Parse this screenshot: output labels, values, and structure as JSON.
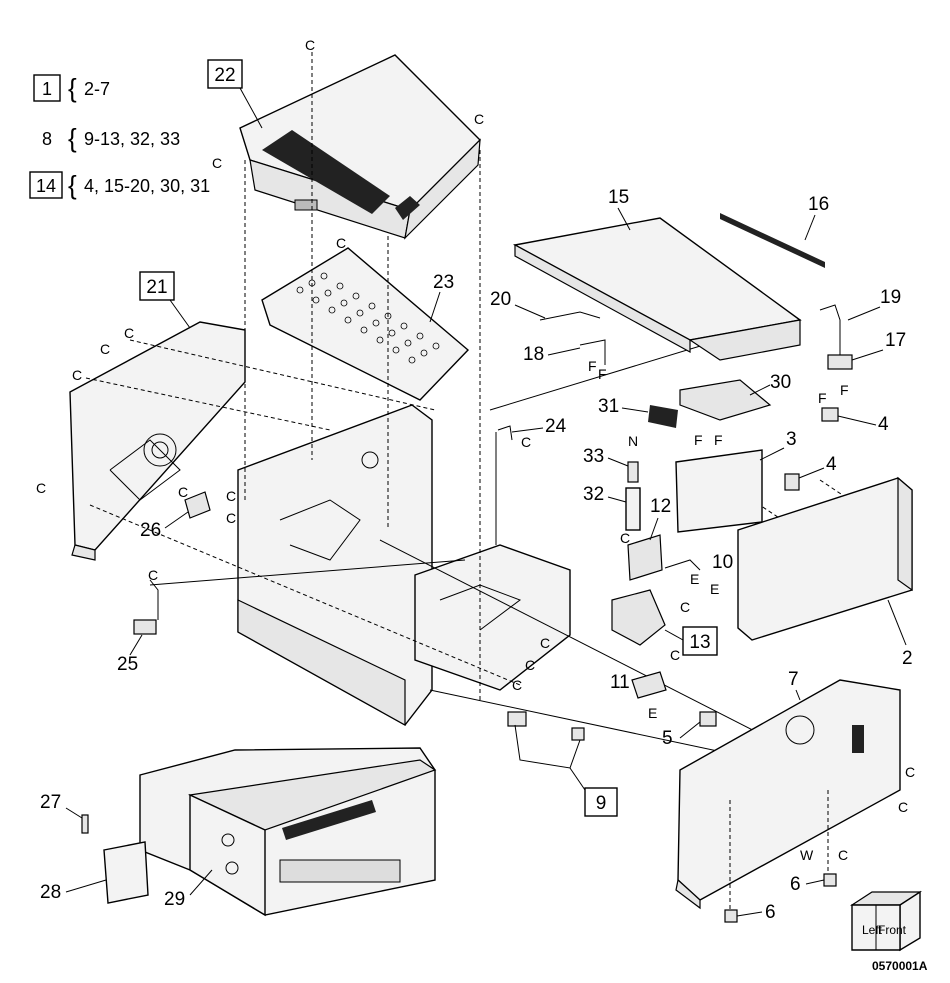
{
  "legend": [
    {
      "ref": "1",
      "boxed": true,
      "brace_text": "2-7"
    },
    {
      "ref": "8",
      "boxed": false,
      "brace_text": "9-13, 32, 33"
    },
    {
      "ref": "14",
      "boxed": true,
      "brace_text": "4, 15-20, 30, 31"
    }
  ],
  "callouts": {
    "n2": "2",
    "n3": "3",
    "n4a": "4",
    "n4b": "4",
    "n5": "5",
    "n6a": "6",
    "n6b": "6",
    "n7": "7",
    "n9": "9",
    "n10": "10",
    "n11": "11",
    "n12": "12",
    "n13": "13",
    "n15": "15",
    "n16": "16",
    "n17": "17",
    "n18": "18",
    "n19": "19",
    "n20": "20",
    "n21": "21",
    "n22": "22",
    "n23": "23",
    "n24": "24",
    "n25": "25",
    "n26": "26",
    "n27": "27",
    "n28": "28",
    "n29": "29",
    "n30": "30",
    "n31": "31",
    "n32": "32",
    "n33": "33"
  },
  "connectors": {
    "c": "C",
    "f": "F",
    "e": "E",
    "n": "N",
    "w": "W"
  },
  "orientation_cube": {
    "left": "Left",
    "front": "Front"
  },
  "figure_id": "0570001A"
}
